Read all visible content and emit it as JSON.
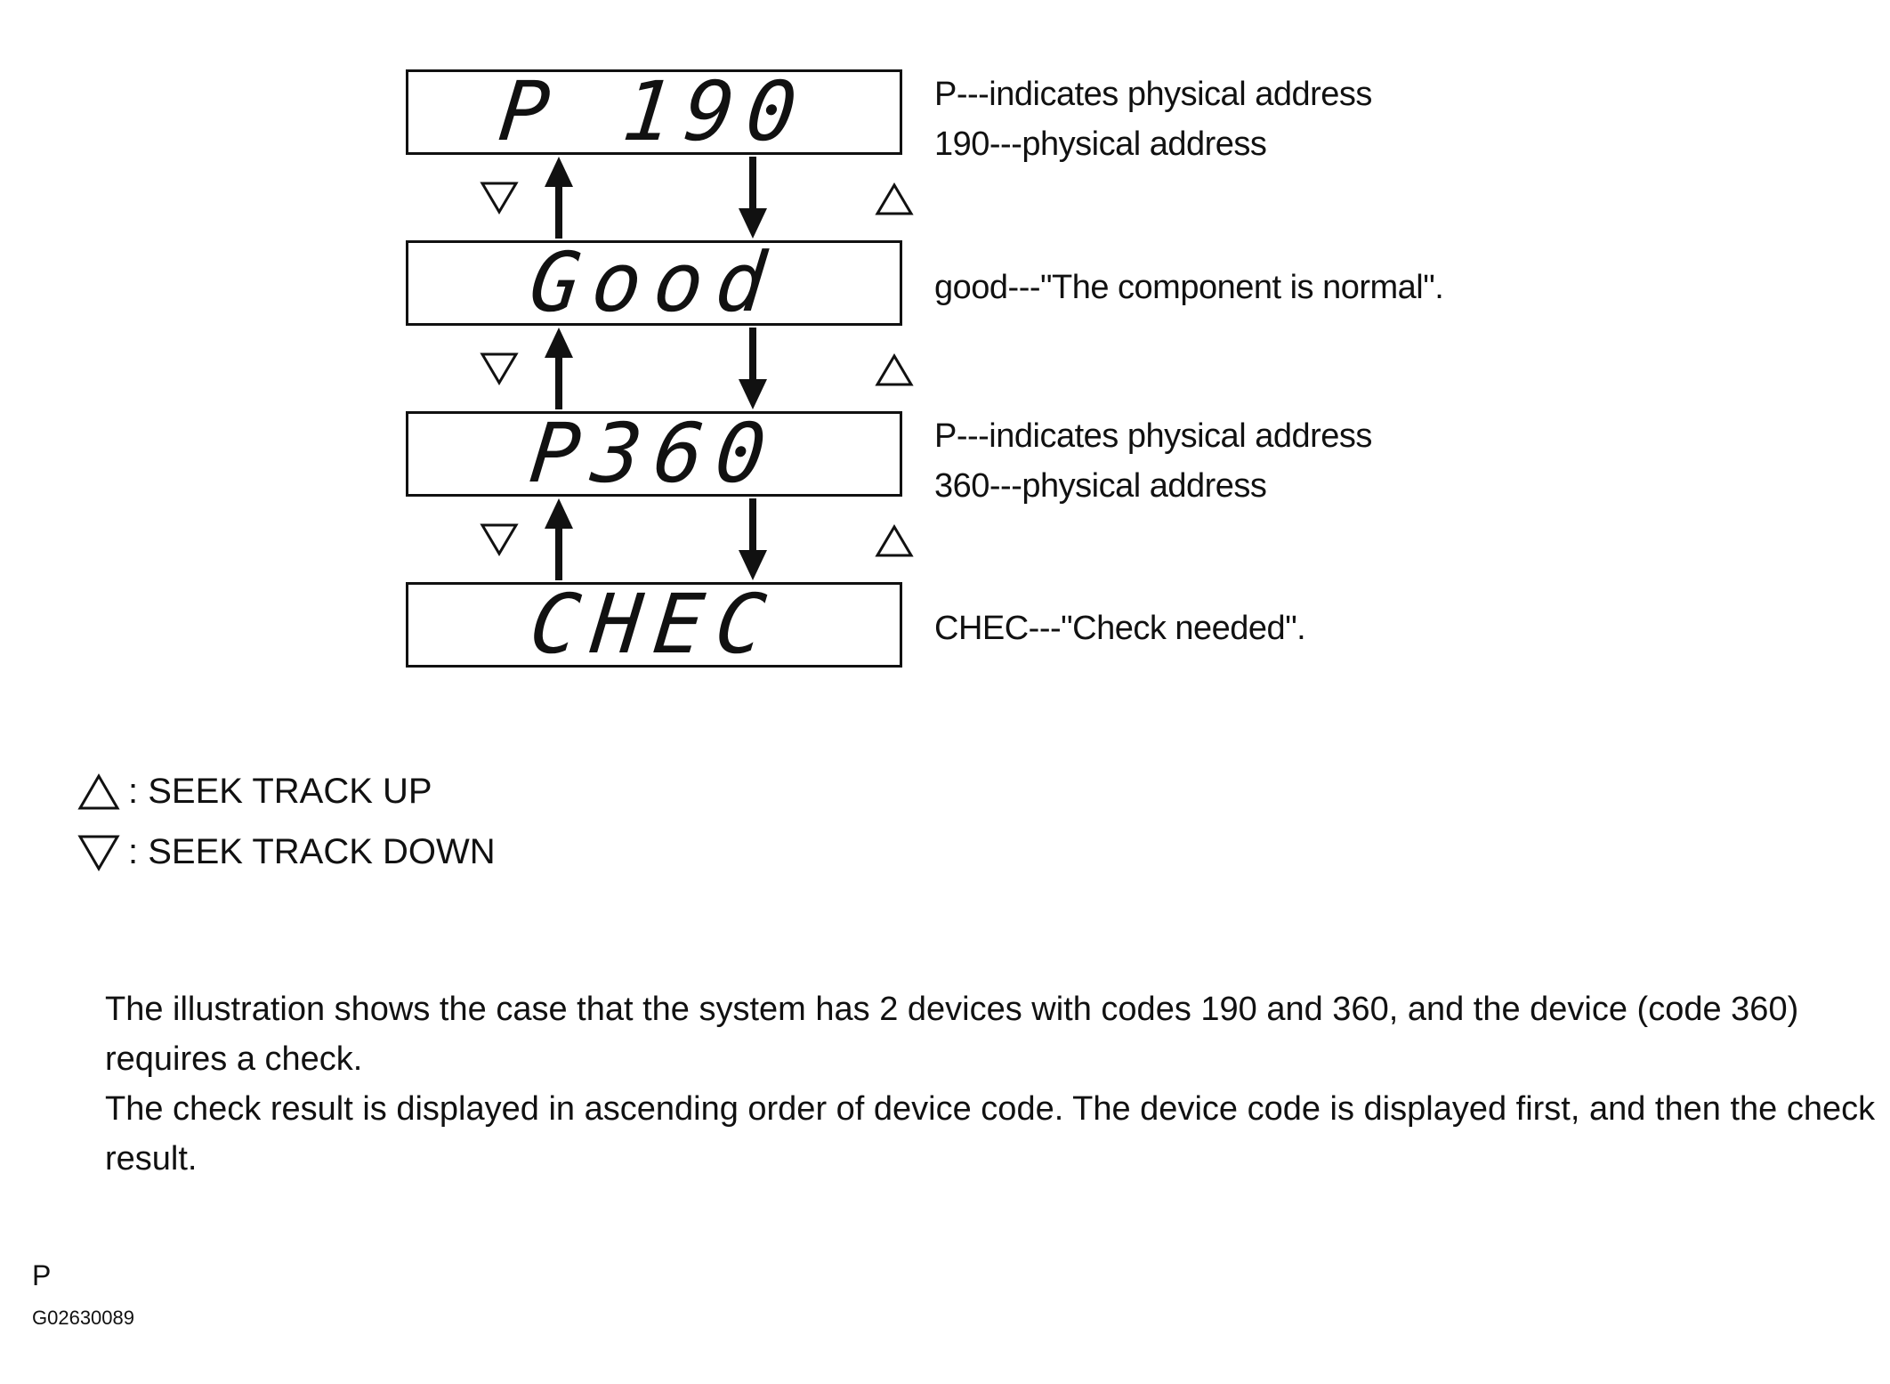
{
  "displays": [
    {
      "text": "P 190",
      "desc": [
        "P---indicates physical address",
        "190---physical address"
      ]
    },
    {
      "text": "Good",
      "desc": [
        "good---\"The component is normal\"."
      ]
    },
    {
      "text": "P360",
      "desc": [
        "P---indicates physical address",
        "360---physical address"
      ]
    },
    {
      "text": "CHEC",
      "desc": [
        "CHEC---\"Check needed\"."
      ]
    }
  ],
  "legend": {
    "up": ": SEEK TRACK UP",
    "down": ": SEEK TRACK DOWN"
  },
  "paragraphs": [
    "The illustration shows the case that the system has 2 devices with codes 190 and 360, and the device (code 360) requires a check.",
    "The check result is displayed in ascending order of device code. The device code is displayed first, and then the check result."
  ],
  "footer": {
    "letter": "P",
    "code": "G02630089"
  }
}
